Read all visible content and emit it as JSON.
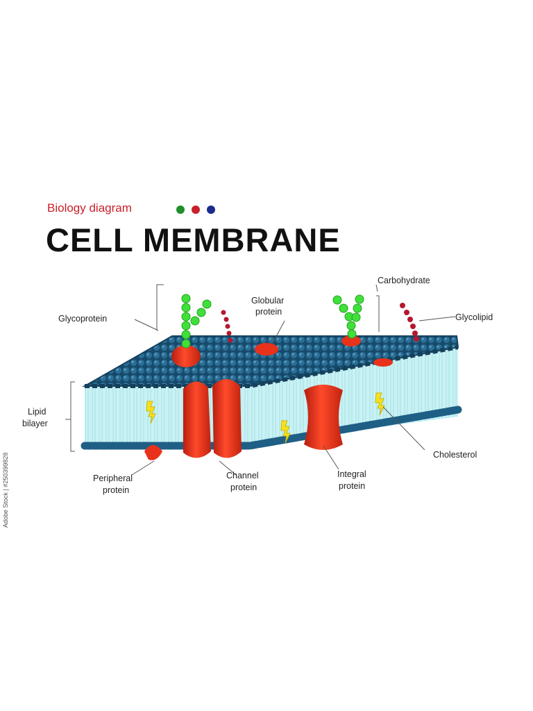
{
  "header": {
    "subtitle": "Biology diagram",
    "title": "CELL MEMBRANE",
    "dot_colors": [
      "#1f8f2a",
      "#c8202a",
      "#1b2a8c"
    ]
  },
  "labels": {
    "glycoprotein": "Glycoprotein",
    "globular_protein_line1": "Globular",
    "globular_protein_line2": "protein",
    "carbohydrate": "Carbohydrate",
    "glycolipid": "Glycolipid",
    "lipid_bilayer_line1": "Lipid",
    "lipid_bilayer_line2": "bilayer",
    "cholesterol": "Cholesterol",
    "peripheral_protein_line1": "Peripheral",
    "peripheral_protein_line2": "protein",
    "channel_protein_line1": "Channel",
    "channel_protein_line2": "protein",
    "integral_protein_line1": "Integral",
    "integral_protein_line2": "protein"
  },
  "watermark": {
    "side_text": "Adobe Stock | #250399828"
  },
  "colors": {
    "head_blue": "#1f5f86",
    "tail_cyan": "#bfeff2",
    "protein_red": "#e8321c",
    "sugar_green": "#3fe03a",
    "glycolipid_red": "#b4182e",
    "cholesterol_yellow": "#f7e21a"
  }
}
